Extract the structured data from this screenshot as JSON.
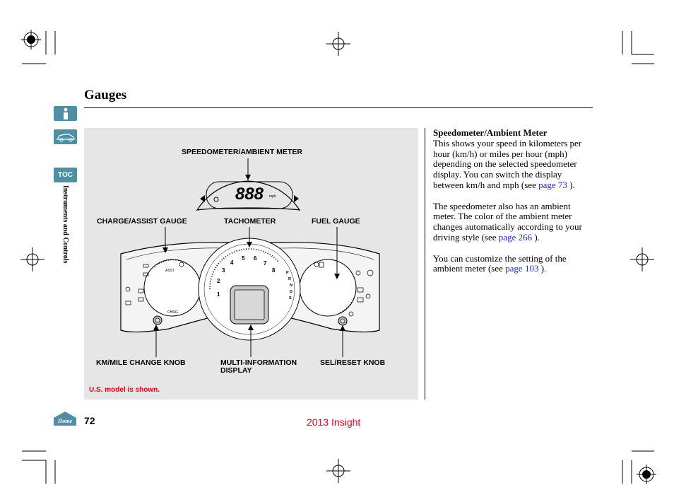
{
  "section": {
    "title": "Gauges",
    "side_label": "Instruments and Controls",
    "toc_label": "TOC",
    "home_label": "Home"
  },
  "figure": {
    "callouts": {
      "speedometer": "SPEEDOMETER/AMBIENT METER",
      "charge_assist": "CHARGE/ASSIST GAUGE",
      "tachometer": "TACHOMETER",
      "fuel": "FUEL GAUGE",
      "km_mile": "KM/MILE CHANGE KNOB",
      "multi_info_1": "MULTI-INFORMATION",
      "multi_info_2": "DISPLAY",
      "sel_reset": "SEL/RESET KNOB"
    },
    "display_digits": "888",
    "display_unit": "mph",
    "tach_numbers": [
      "1",
      "2",
      "3",
      "4",
      "5",
      "6",
      "7",
      "8"
    ],
    "gear_letters": [
      "P",
      "R",
      "N",
      "D",
      "S"
    ],
    "assist_label": "ASST",
    "charge_label": "CHRG",
    "note": "U.S. model is shown."
  },
  "body": {
    "heading": "Speedometer/Ambient Meter",
    "p1_text": "This shows your speed in kilometers per hour (km/h) or miles per hour (mph) depending on the selected speedometer display. You can switch the display between km/h and mph (see ",
    "p1_link": "page  73",
    "p1_end": " ).",
    "p2_text": "The speedometer also has an ambient meter. The color of the ambient meter changes automatically according to your driving style (see ",
    "p2_link": "page 266 ",
    "p2_end": ").",
    "p3_text": "You can customize the setting of the ambient meter (see ",
    "p3_link": "page 103",
    "p3_end": " )."
  },
  "footer": {
    "page_number": "72",
    "title": "2013 Insight"
  },
  "colors": {
    "side_icon": "#4f8fa3",
    "link": "#1a2ccc",
    "red": "#e8001c",
    "panel": "#e6e6e6"
  }
}
